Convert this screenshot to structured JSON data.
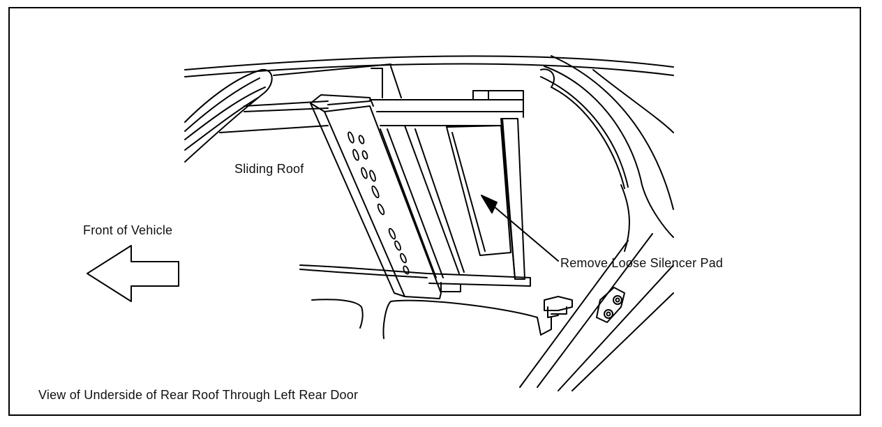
{
  "labels": {
    "sliding_roof": "Sliding Roof",
    "front_of_vehicle": "Front of Vehicle",
    "remove_pad": "Remove Loose Silencer Pad",
    "caption": "View of Underside of Rear Roof Through Left Rear Door"
  }
}
